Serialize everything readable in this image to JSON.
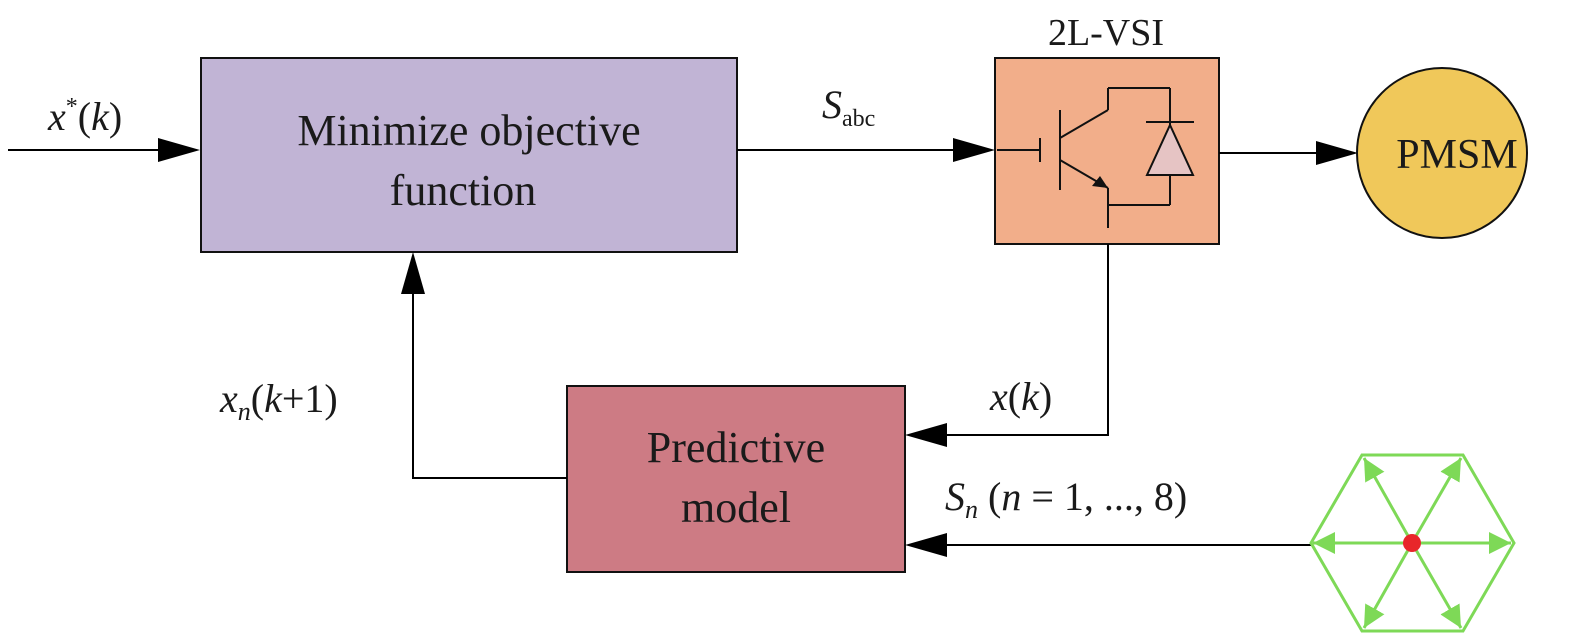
{
  "blocks": {
    "objective": {
      "line1": "Minimize objective",
      "line2": "function",
      "fill": "#c1b4d5"
    },
    "inverter": {
      "title": "2L-VSI",
      "fill": "#f2ae8a"
    },
    "motor": {
      "label": "PMSM",
      "fill": "#f0c85a"
    },
    "predictive": {
      "line1": "Predictive",
      "line2": "model",
      "fill": "#cd7b84"
    }
  },
  "signals": {
    "reference": {
      "base": "x",
      "sup": "*",
      "arg_open": "(",
      "arg_var": "k",
      "arg_close": ")"
    },
    "switching": {
      "base": "S",
      "sub": "abc"
    },
    "measured": {
      "base": "x",
      "arg_open": "(",
      "arg_var": "k",
      "arg_close": ")"
    },
    "predicted": {
      "base": "x",
      "sub": "n",
      "arg_open": "(",
      "arg_var": "k",
      "arg_close": "+1)"
    },
    "candidates": {
      "base": "S",
      "sub": "n",
      "open": " (",
      "var": "n",
      "rest": " = 1, ..., 8)"
    }
  },
  "vector_hexagon": {
    "edge_color": "#7ed957",
    "arrow_color": "#7ed957",
    "center_color": "#e8262a"
  }
}
